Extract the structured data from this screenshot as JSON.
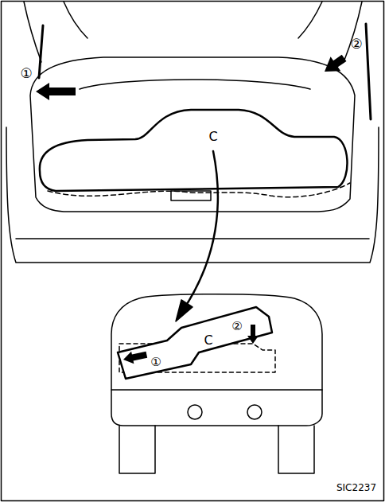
{
  "diagram": {
    "labels": [
      "①",
      "②",
      "C",
      "C",
      "①",
      "②",
      "SIC2237"
    ]
  }
}
